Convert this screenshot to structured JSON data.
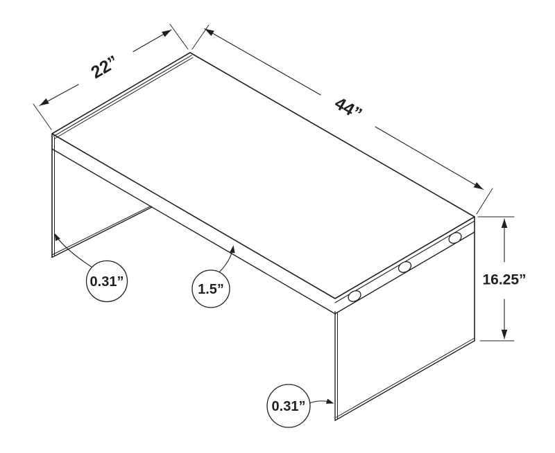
{
  "page": {
    "colors": {
      "ink": "#221f1f",
      "background": "#ffffff"
    }
  },
  "diagram": {
    "kind": "isometric dimension drawing",
    "subject": "coffee table with glass panel legs",
    "connector_count": 3,
    "dimensions": {
      "depth": {
        "label": "22”"
      },
      "length": {
        "label": "44”"
      },
      "height": {
        "label": "16.25”"
      },
      "top_thickness": {
        "label": "1.5”"
      },
      "left_panel_thickness": {
        "label": "0.31”"
      },
      "right_panel_thickness": {
        "label": "0.31”"
      }
    }
  }
}
